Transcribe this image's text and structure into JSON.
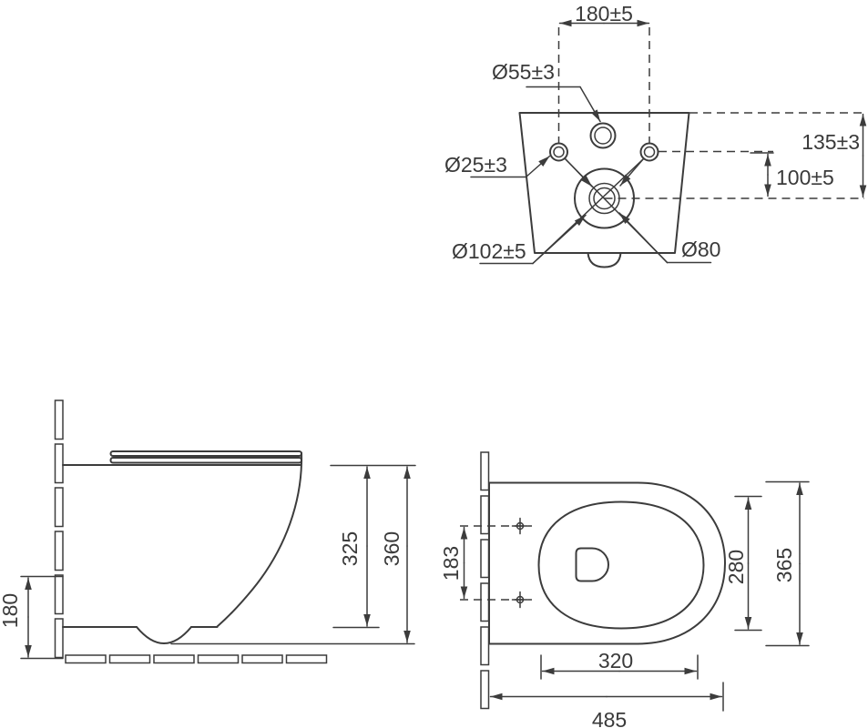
{
  "colors": {
    "background": "#ffffff",
    "line": "#3c3c3c",
    "text": "#3a3a3a"
  },
  "back_view": {
    "hole_spacing": "180±5",
    "inlet_diameter": "Ø55±3",
    "fixing_hole_diameter": "Ø25±3",
    "outlet_flange_diameter": "Ø102±5",
    "outlet_diameter": "Ø80",
    "rim_to_outlet": "135±3",
    "holes_to_outlet": "100±5"
  },
  "side_view": {
    "outlet_height": "180",
    "body_height": "325",
    "overall_height": "360"
  },
  "top_view": {
    "fixing_hole_spacing": "183",
    "bowl_width": "280",
    "overall_width": "365",
    "bowl_length": "320",
    "overall_length": "485"
  }
}
